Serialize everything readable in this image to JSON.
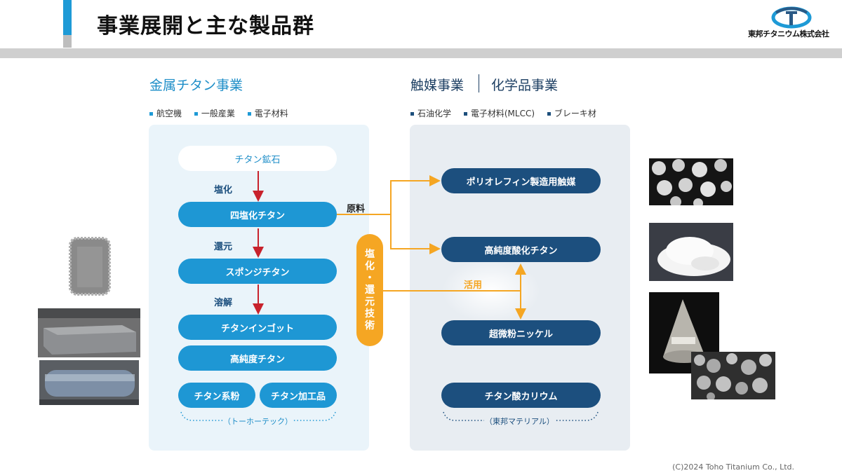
{
  "header": {
    "title": "事業展開と主な製品群",
    "company": "東邦チタニウム株式会社",
    "colors": {
      "accent": "#1e9ad6",
      "band": "#cfcfcf"
    }
  },
  "metal": {
    "section_title": "金属チタン事業",
    "tags": [
      "航空機",
      "一般産業",
      "電子材料"
    ],
    "ore": "チタン鉱石",
    "steps": {
      "chlorination": "塩化",
      "reduction": "還元",
      "melting": "溶解"
    },
    "products": {
      "ticl4": "四塩化チタン",
      "sponge": "スポンジチタン",
      "ingot": "チタンインゴット",
      "high_purity": "高純度チタン",
      "powder": "チタン系粉",
      "fabricated": "チタン加工品"
    },
    "subsidiary": "（トーホーテック）"
  },
  "center": {
    "raw_material": "原料",
    "technology": [
      "塩",
      "化",
      "・",
      "還",
      "元",
      "技",
      "術"
    ],
    "utilize": "活用",
    "colors": {
      "flow": "#f5a623",
      "arrow": "#c8222c"
    }
  },
  "chemical": {
    "section_title_a": "触媒事業",
    "section_title_b": "化学品事業",
    "tags": [
      "石油化学",
      "電子材料(MLCC)",
      "ブレーキ材"
    ],
    "products": {
      "catalyst": "ポリオレフィン製造用触媒",
      "tio2": "高純度酸化チタン",
      "nickel": "超微粉ニッケル",
      "titanate": "チタン酸カリウム"
    },
    "subsidiary": "（東邦マテリアル）"
  },
  "photos": {
    "left": [
      "sponge-titanium-photo",
      "ingot-photo",
      "cylinder-ingot-photo"
    ],
    "right": [
      "catalyst-particles-photo",
      "white-powder-photo",
      "nickel-powder-photo",
      "nickel-sem-photo"
    ]
  },
  "footer": {
    "copyright": "(C)2024 Toho Titanium Co., Ltd."
  }
}
